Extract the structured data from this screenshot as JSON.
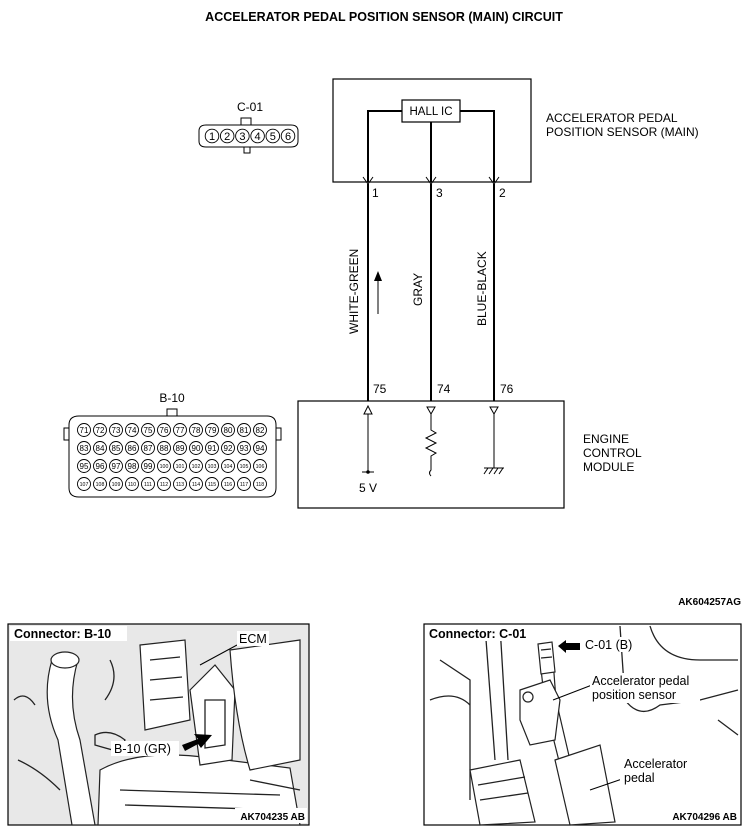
{
  "title": "ACCELERATOR PEDAL POSITION SENSOR (MAIN) CIRCUIT",
  "sensor": {
    "label_line1": "ACCELERATOR PEDAL",
    "label_line2": "POSITION SENSOR (MAIN)",
    "ic_label": "HALL IC",
    "pins": [
      "1",
      "3",
      "2"
    ]
  },
  "connector_c01": {
    "name": "C-01",
    "pins": [
      "1",
      "2",
      "3",
      "4",
      "5",
      "6"
    ]
  },
  "connector_b10": {
    "name": "B-10",
    "rows": [
      [
        "71",
        "72",
        "73",
        "74",
        "75",
        "76",
        "77",
        "78",
        "79",
        "80",
        "81",
        "82"
      ],
      [
        "83",
        "84",
        "85",
        "86",
        "87",
        "88",
        "89",
        "90",
        "91",
        "92",
        "93",
        "94"
      ],
      [
        "95",
        "96",
        "97",
        "98",
        "99",
        "100",
        "101",
        "102",
        "103",
        "104",
        "105",
        "106"
      ],
      [
        "107",
        "108",
        "109",
        "110",
        "111",
        "112",
        "113",
        "114",
        "115",
        "116",
        "117",
        "118"
      ]
    ]
  },
  "wires": [
    {
      "color": "WHITE-GREEN",
      "sensor_pin": "1",
      "ecm_pin": "75"
    },
    {
      "color": "GRAY",
      "sensor_pin": "3",
      "ecm_pin": "74"
    },
    {
      "color": "BLUE-BLACK",
      "sensor_pin": "2",
      "ecm_pin": "76"
    }
  ],
  "ecm": {
    "label_line1": "ENGINE",
    "label_line2": "CONTROL",
    "label_line3": "MODULE",
    "supply": "5 V"
  },
  "diagram_code": "AK604257AG",
  "photo_left": {
    "header": "Connector: B-10",
    "callout_ecm": "ECM",
    "callout_connector": "B-10 (GR)",
    "code": "AK704235 AB"
  },
  "photo_right": {
    "header": "Connector: C-01",
    "callout_connector": "C-01 (B)",
    "callout_sensor_line1": "Accelerator pedal",
    "callout_sensor_line2": "position sensor",
    "callout_pedal_line1": "Accelerator",
    "callout_pedal_line2": "pedal",
    "code": "AK704296 AB"
  }
}
